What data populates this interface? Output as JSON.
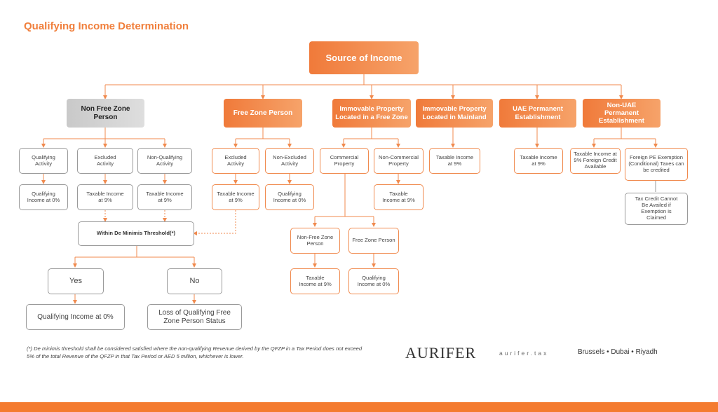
{
  "title": "Qualifying Income Determination",
  "nodes": {
    "source": "Source of Income",
    "nfz": "Non Free Zone Person",
    "fzp": "Free Zone Person",
    "ip_fz": "Immovable Property Located in a Free Zone",
    "ip_ml": "Immovable Property Located in Mainland",
    "uae_pe": "UAE Permanent Establishment",
    "nonuae_pe": "Non-UAE Permanent Establishment",
    "nfz_qa": "Qualifying Activity",
    "nfz_ea": "Excluded Activity",
    "nfz_nqa": "Non-Qualifying Activity",
    "nfz_qa_out": "Qualifying Income at 0%",
    "nfz_ea_out": "Taxable Income at 9%",
    "nfz_nqa_out": "Taxable Income at 9%",
    "fzp_ea": "Excluded Activity",
    "fzp_nea": "Non-Excluded Activity",
    "fzp_ea_out": "Taxable Income at 9%",
    "fzp_nea_out": "Qualifying Income at 0%",
    "ipfz_com": "Commercial Property",
    "ipfz_noncom": "Non-Commercial Property",
    "ipfz_noncom_out": "Taxable Income at 9%",
    "ipfz_nfzp": "Non-Free Zone Person",
    "ipfz_fzp": "Free Zone Person",
    "ipfz_nfzp_out": "Taxable Income at 9%",
    "ipfz_fzp_out": "Qualifying Income at 0%",
    "ipml_out": "Taxable Income at 9%",
    "uaepe_out": "Taxable Income at 9%",
    "nonuae_ti": "Taxable Income at 9% Foreign Credit Available",
    "nonuae_fpe": "Foreign PE Exemption (Conditional) Taxes can be credited",
    "nonuae_tc": "Tax Credit Cannot Be Availed if Exemption is Claimed",
    "deminimis": "Within De Minimis Threshold(*)",
    "yes": "Yes",
    "no": "No",
    "yes_out": "Qualifying Income at 0%",
    "no_out": "Loss of Qualifying Free Zone Person Status"
  },
  "footnote": "(*) De minimis threshold shall be considered satisfied where the non-qualifying Revenue derived by the QFZP in a Tax Period does not exceed 5% of the total Revenue of the QFZP in that Tax Period or AED 5 million, whichever is lower.",
  "footer": {
    "brand": "AURIFER",
    "website": "aurifer.tax",
    "cities": "Brussels • Dubai • Riyadh"
  },
  "colors": {
    "accent": "#f07f3c",
    "connector": "#f08a4e",
    "grey_node": "#cfcfcf"
  }
}
